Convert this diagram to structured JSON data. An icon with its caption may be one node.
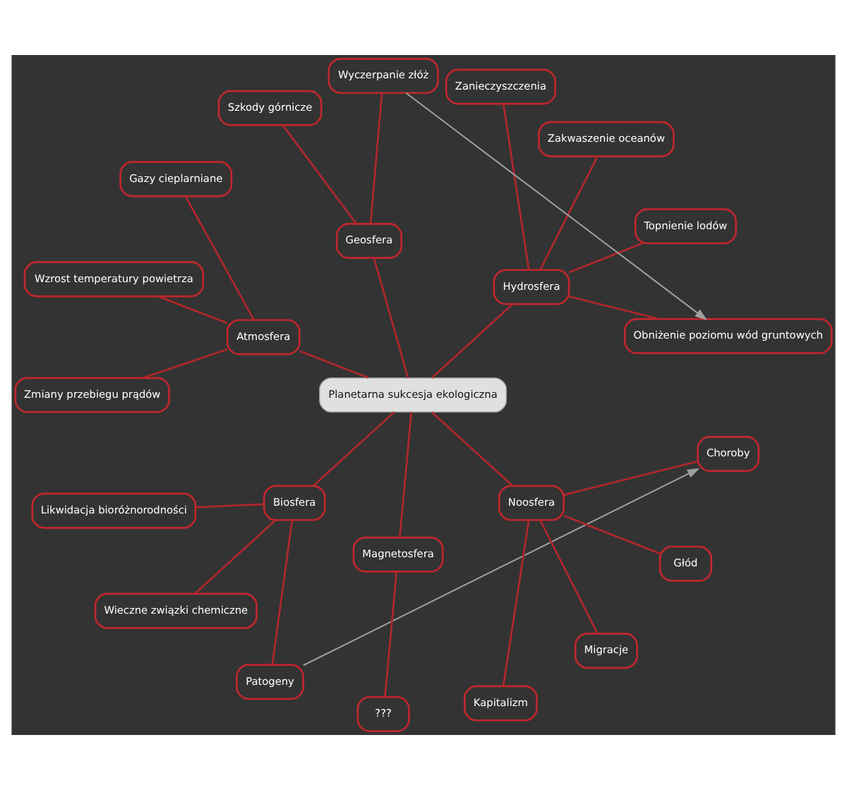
{
  "diagram": {
    "nodes": [
      {
        "text": [
          "Planetarna sukcesja ekologiczna"
        ]
      },
      {
        "text": [
          "Hydrosfera"
        ]
      },
      {
        "text": [
          "Obniżenie poziomu wód gruntowych"
        ]
      },
      {
        "text": [
          "Topnienie lodów"
        ]
      },
      {
        "text": [
          "Zakwaszenie oceanów"
        ]
      },
      {
        "text": [
          "Zanieczyszczenia"
        ]
      },
      {
        "text": [
          "Geosfera"
        ]
      },
      {
        "text": [
          "Wyczerpanie złóż"
        ]
      },
      {
        "text": [
          "Szkody górnicze"
        ]
      },
      {
        "text": [
          "Atmosfera"
        ]
      },
      {
        "text": [
          "Gazy cieplarniane"
        ]
      },
      {
        "text": [
          "Wzrost temperatury powietrza"
        ]
      },
      {
        "text": [
          "Zmiany przebiegu prądów"
        ]
      },
      {
        "text": [
          "Biosfera"
        ]
      },
      {
        "text": [
          "Likwidacja bioróżnorodności"
        ]
      },
      {
        "text": [
          "Wieczne związki chemiczne"
        ]
      },
      {
        "text": [
          "Patogeny"
        ]
      },
      {
        "text": [
          "Magnetosfera"
        ]
      },
      {
        "text": [
          "???"
        ]
      },
      {
        "text": [
          "Noosfera"
        ]
      },
      {
        "text": [
          "Kapitalizm"
        ]
      },
      {
        "text": [
          "Migracje"
        ]
      },
      {
        "text": [
          "Głód"
        ]
      },
      {
        "text": [
          "Choroby"
        ]
      }
    ],
    "edges": [
      {
        "from": 0,
        "to": 1,
        "arrow": "none"
      },
      {
        "from": 1,
        "to": 2,
        "arrow": "none"
      },
      {
        "from": 1,
        "to": 3,
        "arrow": "none"
      },
      {
        "from": 1,
        "to": 4,
        "arrow": "none"
      },
      {
        "from": 1,
        "to": 5,
        "arrow": "none"
      },
      {
        "from": 0,
        "to": 6,
        "arrow": "none"
      },
      {
        "from": 6,
        "to": 7,
        "arrow": "none"
      },
      {
        "from": 6,
        "to": 8,
        "arrow": "none"
      },
      {
        "from": 0,
        "to": 9,
        "arrow": "none"
      },
      {
        "from": 9,
        "to": 10,
        "arrow": "none"
      },
      {
        "from": 9,
        "to": 11,
        "arrow": "none"
      },
      {
        "from": 9,
        "to": 12,
        "arrow": "none"
      },
      {
        "from": 0,
        "to": 13,
        "arrow": "none"
      },
      {
        "from": 13,
        "to": 14,
        "arrow": "none"
      },
      {
        "from": 13,
        "to": 15,
        "arrow": "none"
      },
      {
        "from": 13,
        "to": 16,
        "arrow": "none"
      },
      {
        "from": 0,
        "to": 17,
        "arrow": "none"
      },
      {
        "from": 17,
        "to": 18,
        "arrow": "none"
      },
      {
        "from": 0,
        "to": 19,
        "arrow": "none"
      },
      {
        "from": 19,
        "to": 20,
        "arrow": "none"
      },
      {
        "from": 19,
        "to": 21,
        "arrow": "none"
      },
      {
        "from": 19,
        "to": 22,
        "arrow": "none"
      },
      {
        "from": 19,
        "to": 23,
        "arrow": "none"
      },
      {
        "from": 7,
        "to": 2,
        "arrow": "to",
        "color": "#a0a0a0"
      },
      {
        "from": 16,
        "to": 23,
        "arrow": "to",
        "color": "#a0a0a0"
      }
    ]
  }
}
